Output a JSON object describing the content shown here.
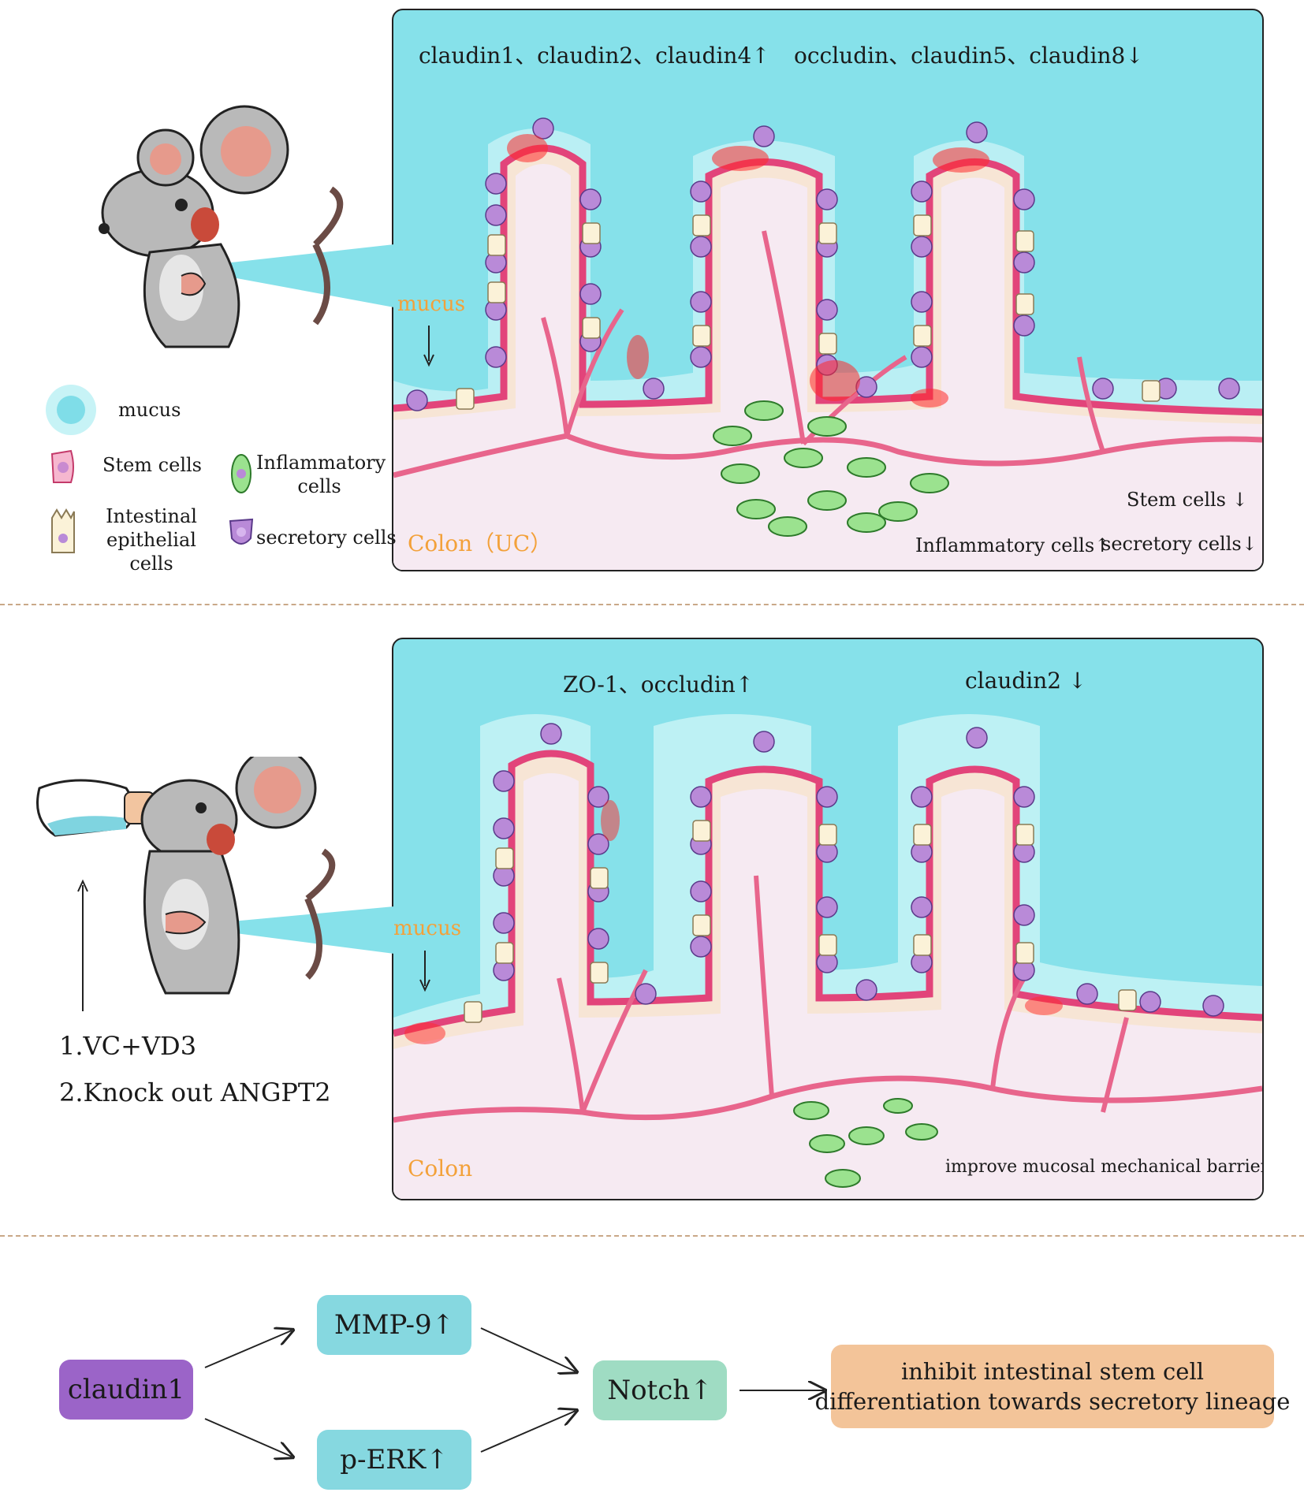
{
  "panel_uc": {
    "marker_up": "claudin1、claudin2、claudin4",
    "marker_down": "occludin、claudin5、claudin8",
    "mucus_label": "mucus",
    "site_label": "Colon（UC）",
    "stem_change": "Stem cells",
    "inflam_change": "Inflammatory cells",
    "secretory_change": "secretory cells",
    "up_arrow": "↑",
    "down_arrow": "↓"
  },
  "legend": {
    "mucus": "mucus",
    "stem": "Stem cells",
    "inflammatory": "Inflammatory cells",
    "epithelial": "Intestinal epithelial cells",
    "secretory": "secretory cells"
  },
  "panel_treat": {
    "marker_up": "ZO-1、occludin",
    "marker_down": "claudin2",
    "mucus_label": "mucus",
    "site_label": "Colon",
    "outcome": "improve mucosal mechanical barrier"
  },
  "treatment": {
    "step1": "1.VC+VD3",
    "step2": "2.Knock out ANGPT2"
  },
  "pathway": {
    "claudin1": "claudin1",
    "mmp9": "MMP-9",
    "perk": "p-ERK",
    "notch": "Notch",
    "result_line1": "inhibit intestinal stem cell",
    "result_line2": "differentiation towards secretory lineage"
  },
  "colors": {
    "mucus_bg": "#86e1ea",
    "tissue": "#f6eaf2",
    "membrane": "#e2447a",
    "inflamed": "#ff2a2a",
    "claudin1_box": "#9b64c8",
    "mmp_box": "#86d8e0",
    "notch_box": "#9fdcc3",
    "result_box": "#f3c499"
  }
}
